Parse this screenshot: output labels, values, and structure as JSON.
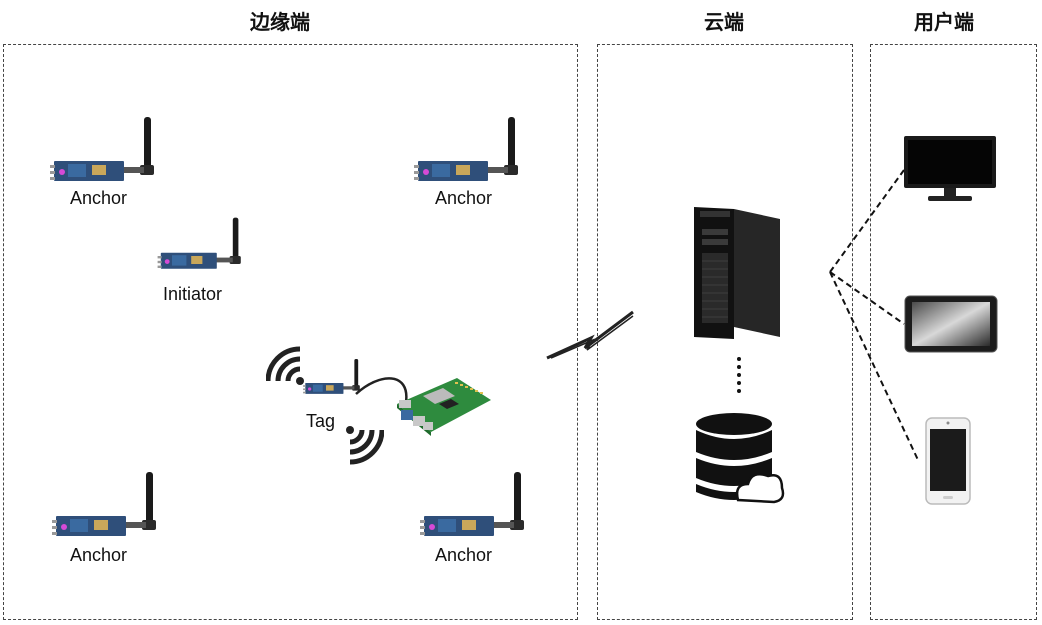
{
  "sections": {
    "edge": {
      "title": "边缘端"
    },
    "cloud": {
      "title": "云端"
    },
    "user": {
      "title": "用户端"
    }
  },
  "devices": {
    "anchor_top_left": {
      "label": "Anchor"
    },
    "anchor_top_right": {
      "label": "Anchor"
    },
    "initiator": {
      "label": "Initiator"
    },
    "tag": {
      "label": "Tag"
    },
    "anchor_bottom_left": {
      "label": "Anchor"
    },
    "anchor_bottom_right": {
      "label": "Anchor"
    }
  },
  "icons": {
    "uwb_module": "uwb-module-icon",
    "wifi": "wifi-signal-icon",
    "raspberry_pi": "raspberry-pi-icon",
    "wireless_link": "lightning-link-icon",
    "server": "server-tower-icon",
    "database": "cloud-database-icon",
    "monitor": "monitor-icon",
    "tablet": "tablet-icon",
    "phone": "smartphone-icon"
  },
  "colors": {
    "text": "#111111",
    "border": "#444444",
    "board_blue": "#2f4f7a",
    "pi_green": "#2e8b3e"
  }
}
